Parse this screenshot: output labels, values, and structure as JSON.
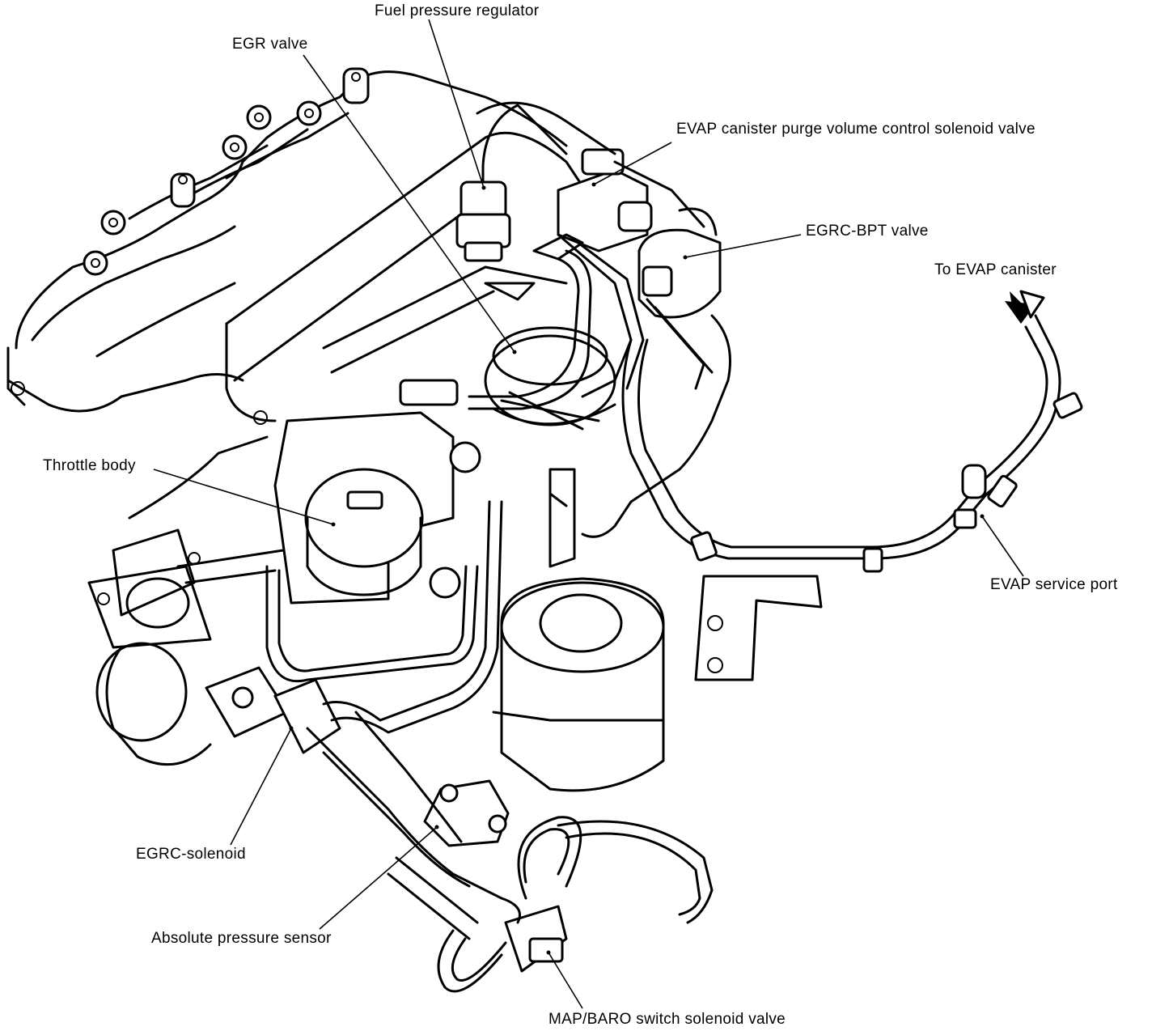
{
  "labels": {
    "fuel_pressure_regulator": "Fuel pressure regulator",
    "egr_valve": "EGR valve",
    "evap_purge_solenoid": "EVAP canister purge volume control solenoid valve",
    "egrc_bpt_valve": "EGRC-BPT valve",
    "to_evap_canister": "To EVAP canister",
    "throttle_body": "Throttle body",
    "evap_service_port": "EVAP service port",
    "egrc_solenoid": "EGRC-solenoid",
    "absolute_pressure_sensor": "Absolute pressure sensor",
    "map_baro_switch": "MAP/BARO switch solenoid valve"
  }
}
